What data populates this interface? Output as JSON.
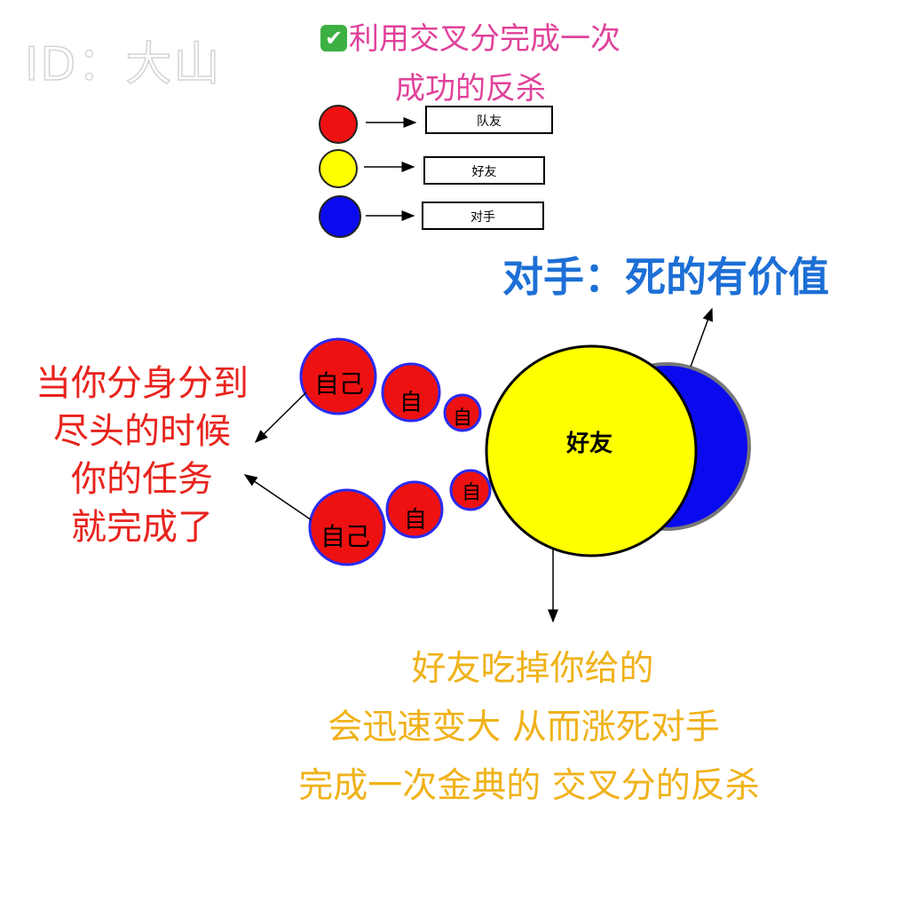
{
  "watermark": "ID：大山",
  "header": {
    "check_icon": "✔",
    "line1": "利用交叉分完成一次",
    "line2": "成功的反杀",
    "color": "#e0429a"
  },
  "legend": [
    {
      "color": "#ee1111",
      "label": "队友"
    },
    {
      "color": "#ffff00",
      "label": "好友"
    },
    {
      "color": "#0a0aee",
      "label": "对手"
    }
  ],
  "opponent_note": "对手：死的有价值",
  "task_note": [
    "当你分身分到",
    "尽头的时候",
    "你的任务",
    "就完成了"
  ],
  "friend_note": [
    "好友吃掉你给的",
    "会迅速变大 从而涨死对手",
    "完成一次金典的 交叉分的反杀"
  ],
  "cells": {
    "self_big_label": "自己",
    "self_small_label": "自",
    "friend_label": "好友"
  },
  "colors": {
    "teammate": "#ee1111",
    "friend": "#ffff00",
    "opponent": "#0a0aee",
    "opponent_note": "#1d6fd6",
    "task_note": "#e8231d",
    "friend_note": "#f0b21a"
  }
}
